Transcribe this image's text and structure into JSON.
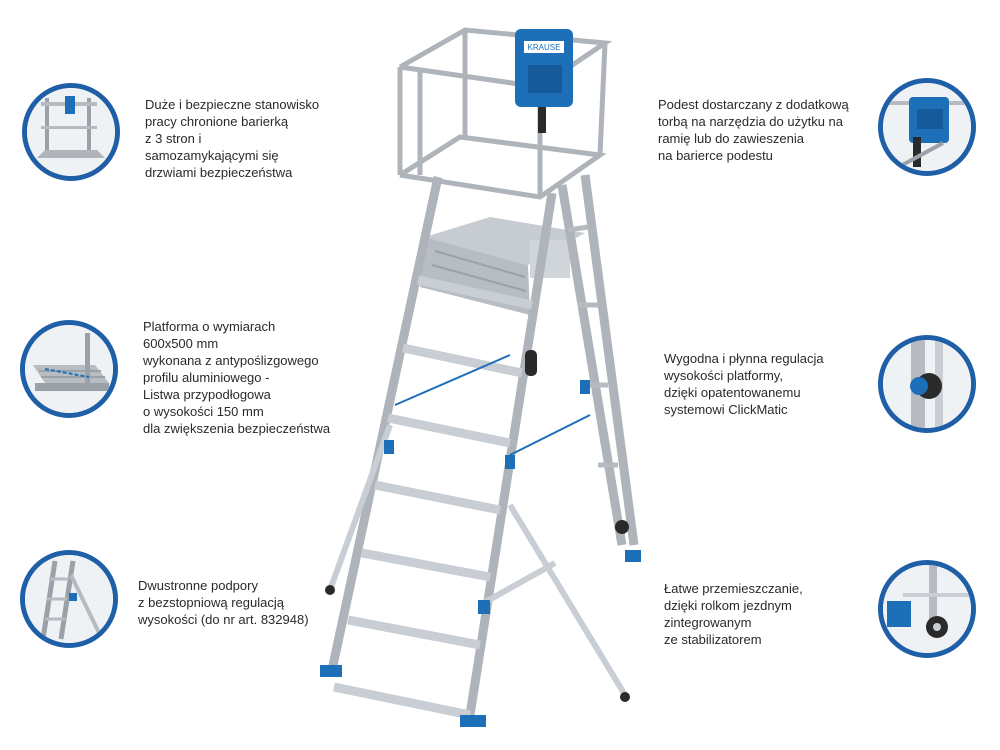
{
  "callouts": {
    "top_left": "Duże i bezpieczne stanowisko\npracy chronione barierką\nz 3 stron i\nsamozamykającymi się\ndrzwiami bezpieczeństwa",
    "mid_left": "Platforma o wymiarach\n600x500 mm\nwykonana z antypoślizgowego\nprofilu aluminiowego -\nListwa przypodłogowa\no wysokości 150 mm\ndla zwiększenia bezpieczeństwa",
    "bottom_left": "Dwustronne podpory\nz bezstopniową regulacją\nwysokości (do nr art. 832948)",
    "top_right": "Podest dostarczany z dodatkową\ntorbą na narzędzia do użytku na\nramię lub do zawieszenia\nna barierce podestu",
    "mid_right": "Wygodna i płynna regulacja\nwysokości platformy,\ndzięki opatentowanemu\nsystemowi ClickMatic",
    "bottom_right": "Łatwe przemieszczanie,\ndzięki rolkom jezdnym\nzintegrowanym\nze stabilizatorem"
  },
  "colors": {
    "circle_border": "#1f5fa8",
    "accent_blue": "#1d6fb8",
    "aluminium": "#c9ced4",
    "aluminium_dark": "#8e959d"
  },
  "icons": {
    "bag_logo": "KRAUSE"
  }
}
